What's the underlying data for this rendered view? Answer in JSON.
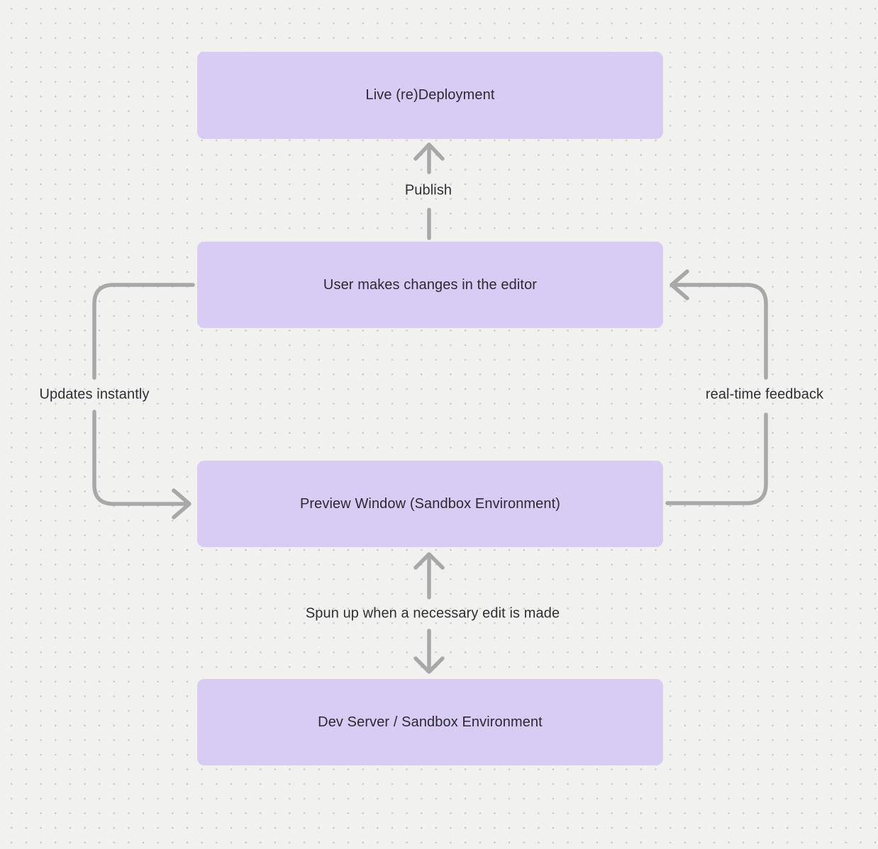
{
  "canvas": {
    "background_color": "#f1f1ef",
    "dot_color": "#c9c9c6"
  },
  "diagram": {
    "colors": {
      "node_fill": "#d8cbf4",
      "node_text": "#2a2a30",
      "arrow_stroke": "#a8a8a8",
      "label_text": "#2e2e33"
    },
    "nodes": [
      {
        "id": "live-redeployment",
        "label": "Live (re)Deployment"
      },
      {
        "id": "user-editor",
        "label": "User makes changes in the editor"
      },
      {
        "id": "preview-window",
        "label": "Preview Window (Sandbox Environment)"
      },
      {
        "id": "dev-server",
        "label": "Dev Server / Sandbox Environment"
      }
    ],
    "edges": [
      {
        "id": "publish",
        "label": "Publish",
        "from": "user-editor",
        "to": "live-redeployment",
        "style": "straight-up-arrow"
      },
      {
        "id": "updates-instantly",
        "label": "Updates instantly",
        "from": "user-editor",
        "to": "preview-window",
        "style": "left-side-curve"
      },
      {
        "id": "realtime-feedback",
        "label": "real-time feedback",
        "from": "preview-window",
        "to": "user-editor",
        "style": "right-side-curve"
      },
      {
        "id": "spun-up",
        "label": "Spun up when a necessary edit is made",
        "from": "preview-window",
        "to": "dev-server",
        "style": "bidirectional-vertical"
      }
    ]
  }
}
